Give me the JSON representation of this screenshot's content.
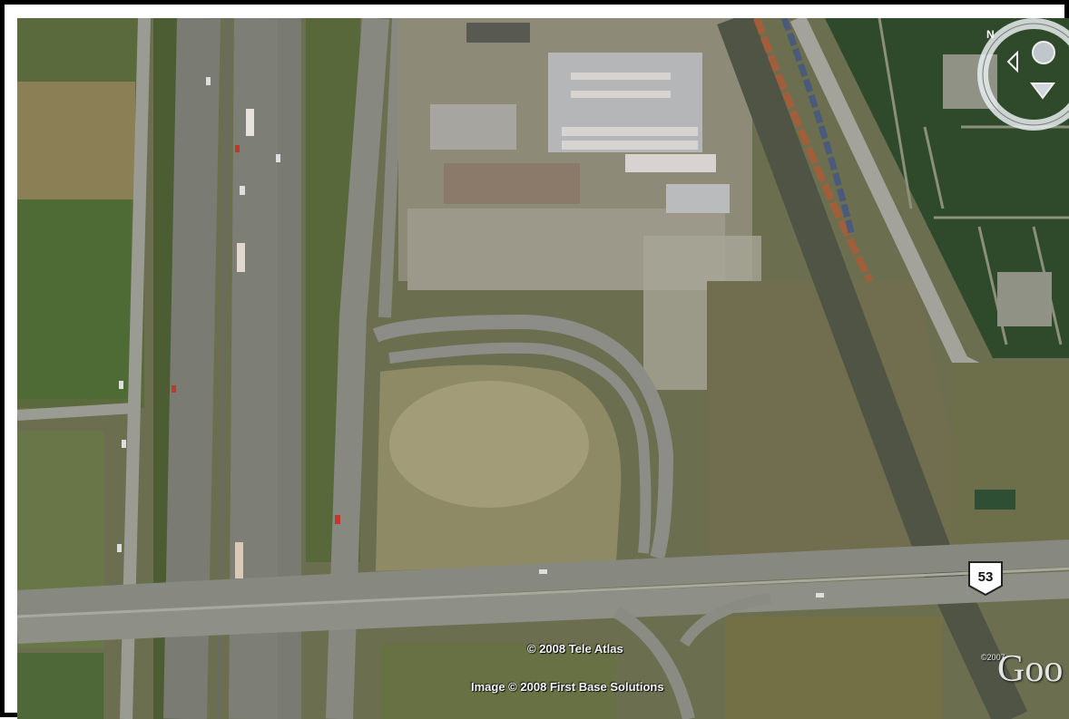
{
  "credits": {
    "tele_atlas": "© 2008 Tele Atlas",
    "first_base": "Image © 2008 First Base Solutions"
  },
  "route_shield": {
    "number": "53",
    "color": "#ffffff"
  },
  "logo": {
    "year": "©2007",
    "text": "Goo"
  },
  "navigation": {
    "north_label": "N",
    "icons": [
      "compass-ring-icon",
      "look-joystick-icon",
      "tilt-arrow-icon"
    ]
  },
  "colors": {
    "frame": "#000000",
    "road": "#8a8c86",
    "grass": "#6f7355",
    "railway": "#555a48"
  }
}
